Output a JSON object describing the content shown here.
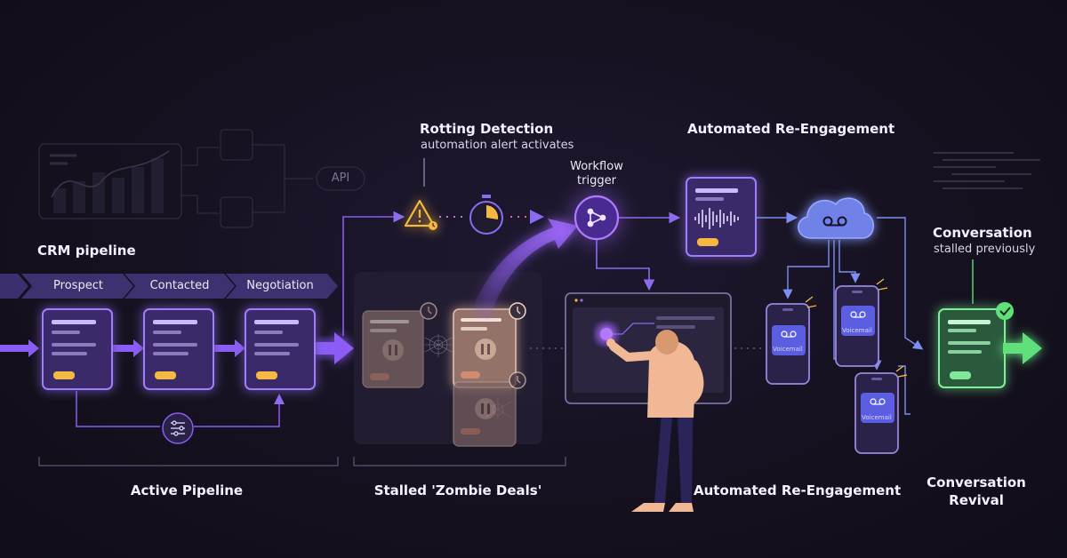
{
  "labels": {
    "crm_pipeline": "CRM pipeline",
    "api": "API",
    "rotting_title": "Rotting Detection",
    "rotting_subtitle": "automation alert activates",
    "workflow_trigger_line1": "Workflow",
    "workflow_trigger_line2": "trigger",
    "reengagement_top": "Automated Re-Engagement",
    "conversation_title": "Conversation",
    "conversation_subtitle": "stalled previously",
    "voicemail": "Voicemail"
  },
  "pipeline_stages": [
    "Prospect",
    "Contacted",
    "Negotiation"
  ],
  "sections": {
    "active": "Active Pipeline",
    "zombie": "Stalled 'Zombie Deals'",
    "reengagement": "Automated Re-Engagement",
    "revival_line1": "Conversation",
    "revival_line2": "Revival"
  },
  "colors": {
    "accent_purple": "#8b5cf6",
    "alert_amber": "#f5b942",
    "cloud_blue": "#7d8ff0",
    "success_green": "#5fe07a",
    "figure_skin": "#f0b894"
  }
}
